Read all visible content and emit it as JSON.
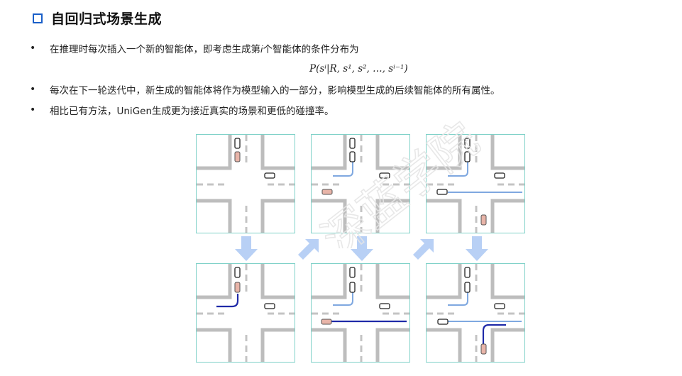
{
  "slide": {
    "title": "自回归式场景生成",
    "bullet_symbol": "•",
    "bullets": [
      "在推理时每次插入一个新的智能体，即考虑生成第𝑖个智能体的条件分布为",
      "每次在下一轮迭代中，新生成的智能体将作为模型输入的一部分，影响模型生成的后续智能体的所有属性。",
      "相比已有方法，UniGen生成更为接近真实的场景和更低的碰撞率。"
    ],
    "formula": "P(sⁱ|R, s¹, s², …, sⁱ⁻¹)",
    "watermark": "深蓝学院"
  },
  "colors": {
    "title_icon": "#1a5fc9",
    "panel_border": "#7fd1c8",
    "road_edge": "#bdbdbd",
    "lane_dash": "#bdbdbd",
    "agent_new": "#e8b4a8",
    "trajectory_prev": "#7fa8e0",
    "trajectory_new": "#1f2aa8",
    "flow_arrow": "#b8d0f5"
  },
  "figure": {
    "panels": [
      {
        "name": "step-1",
        "icons": [
          "car-icon",
          "car-icon",
          "new-agent-icon"
        ]
      },
      {
        "name": "step-2",
        "icons": [
          "car-icon",
          "new-agent-icon"
        ]
      },
      {
        "name": "step-3",
        "icons": [
          "car-icon",
          "car-icon",
          "new-agent-icon"
        ]
      },
      {
        "name": "step-4",
        "icons": [
          "car-icon",
          "trajectory-icon"
        ]
      },
      {
        "name": "step-5",
        "icons": [
          "car-icon",
          "trajectory-icon"
        ]
      },
      {
        "name": "step-6",
        "icons": [
          "car-icon",
          "trajectory-icon"
        ]
      }
    ],
    "arrows": [
      "arrow-down",
      "arrow-up-right",
      "arrow-down",
      "arrow-up-right",
      "arrow-down"
    ]
  }
}
